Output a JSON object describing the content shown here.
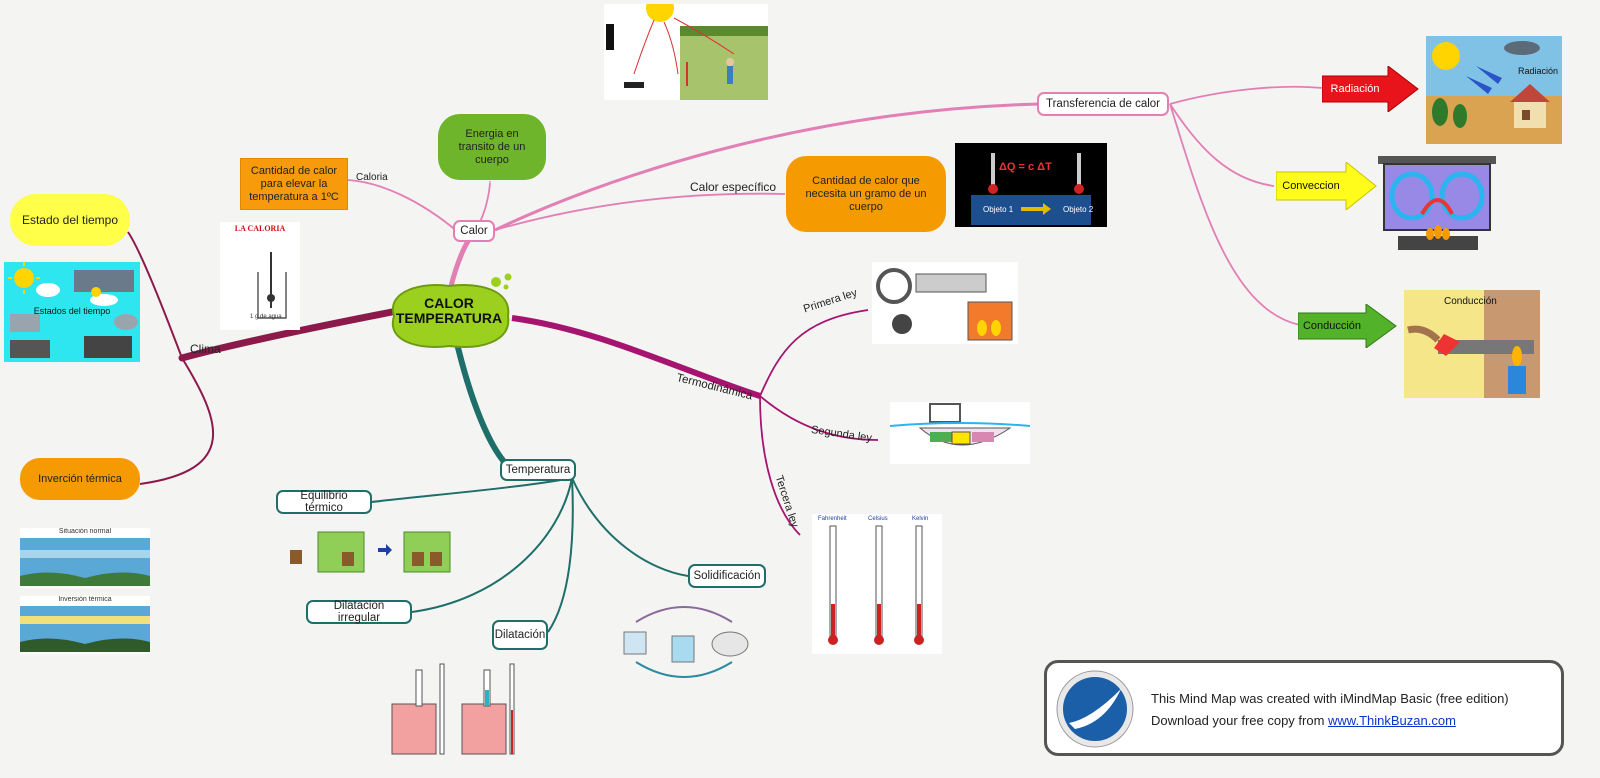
{
  "central": {
    "line1": "CALOR",
    "line2": "TEMPERATURA"
  },
  "branches": {
    "clima": "Clima",
    "calor": "Calor",
    "temperatura": "Temperatura",
    "termodinamica": "Termodinámica",
    "transferencia": "Transferencia de calor",
    "caloria": "Caloria",
    "calor_especifico": "Calor específico",
    "primera_ley": "Primera ley",
    "segunda_ley": "Segunda ley",
    "tercera_ley": "Tercera ley"
  },
  "nodes": {
    "estado_tiempo": "Estado del tiempo",
    "inversion_termica": "Inverción térmica",
    "cantidad_calor_elevar": "Cantidad de calor para elevar la temperatura a 1ºC",
    "energia_transito": "Energia en transito de un cuerpo",
    "cantidad_calor_gramo": "Cantidad de calor que necesita un gramo de un cuerpo",
    "radiacion": "Radiación",
    "conveccion": "Conveccion",
    "conduccion": "Conducción",
    "equilibrio_termico": "Equilibrio térmico",
    "dilatacion_irregular": "Dilatacion irregular",
    "dilatacion": "Dilatación",
    "solidificacion": "Solidificación"
  },
  "images": {
    "estados_tiempo_caption": "Estados del tiempo",
    "caloria_title": "LA CALORIA",
    "caloria_caption": "1 g de agua",
    "inversion_normal": "Situación normal",
    "inversion_termica": "Inversión térmica",
    "calor_especifico_formula": "ΔQ = c ΔT",
    "objeto1": "Objeto 1",
    "objeto2": "Objeto 2",
    "radiacion_title": "Radiación",
    "conduccion_title": "Conducción",
    "thermo_f": "Fahrenheit",
    "thermo_c": "Celsius",
    "thermo_k": "Kelvin"
  },
  "colors": {
    "clima": "#8b1a4a",
    "calor": "#e27fb5",
    "temperatura": "#1e6e6a",
    "termodinamica": "#a5146f",
    "central": "#9bd11e"
  },
  "brand": {
    "line1": "This Mind Map was created with iMindMap Basic (free edition)",
    "line2_prefix": "Download your free copy from ",
    "link": "www.ThinkBuzan.com"
  }
}
